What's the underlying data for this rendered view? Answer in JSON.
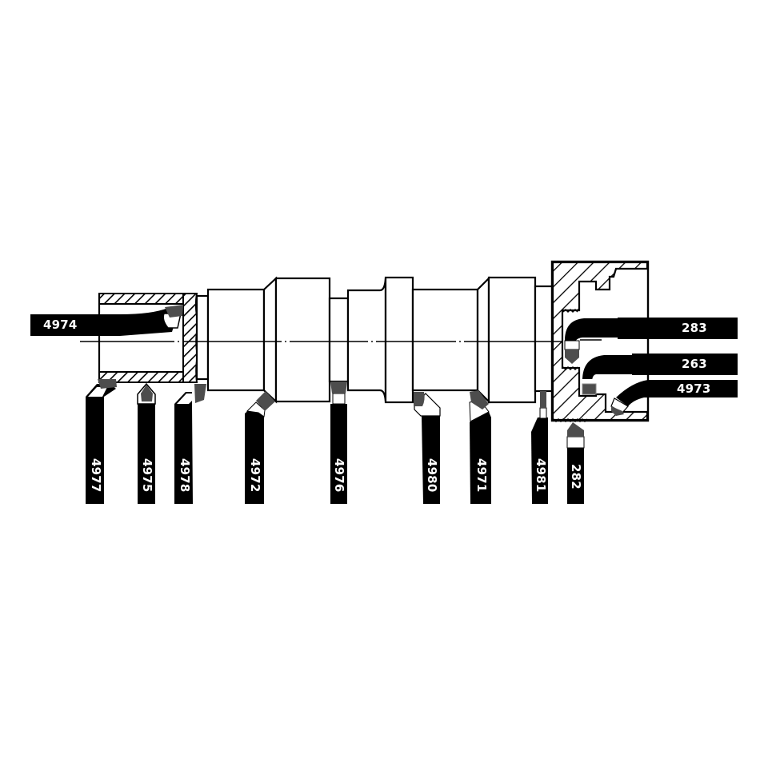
{
  "diagram": {
    "type": "lathe-turning-tool-application-diagram",
    "colors": {
      "line": "#000000",
      "tool_shank": "#000000",
      "insert_tip": "#4d4d4d",
      "background": "#ffffff",
      "label_text": "#ffffff"
    },
    "workpiece": {
      "sections": [
        "hollow-bore-part",
        "stepped-shaft",
        "threaded-cup-part"
      ],
      "centerline": "dash-dot"
    },
    "tools_horizontal": [
      {
        "id": "4974",
        "label": "4974",
        "position": "left, inside bore"
      },
      {
        "id": "283",
        "label": "283",
        "position": "right, internal"
      },
      {
        "id": "263",
        "label": "263",
        "position": "right, internal"
      },
      {
        "id": "4973",
        "label": "4973",
        "position": "right, internal"
      }
    ],
    "tools_vertical": [
      {
        "id": "4977",
        "label": "4977"
      },
      {
        "id": "4975",
        "label": "4975"
      },
      {
        "id": "4978",
        "label": "4978"
      },
      {
        "id": "4972",
        "label": "4972"
      },
      {
        "id": "4976",
        "label": "4976"
      },
      {
        "id": "4980",
        "label": "4980"
      },
      {
        "id": "4971",
        "label": "4971"
      },
      {
        "id": "4981",
        "label": "4981"
      },
      {
        "id": "282",
        "label": "282"
      }
    ]
  }
}
